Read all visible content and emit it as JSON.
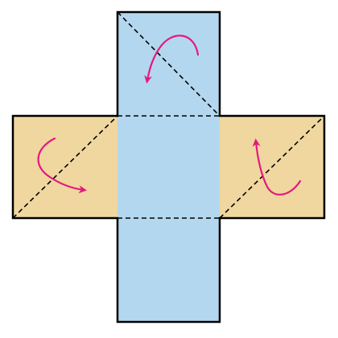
{
  "diagram": {
    "kind": "paper-folding-net",
    "panels": [
      {
        "name": "vertical-strip",
        "role": "cross-vertical-bar",
        "fill": "#b3d7ee"
      },
      {
        "name": "left-flap",
        "role": "left-arm",
        "fill": "#efd79f"
      },
      {
        "name": "right-flap",
        "role": "right-arm",
        "fill": "#efd79f"
      }
    ],
    "fold_lines": [
      {
        "name": "top-panel-diagonal",
        "style": "dashed"
      },
      {
        "name": "upper-horizontal-fold",
        "style": "dashed"
      },
      {
        "name": "lower-horizontal-fold",
        "style": "dashed"
      },
      {
        "name": "left-flap-diagonal",
        "style": "dashed"
      },
      {
        "name": "right-flap-diagonal",
        "style": "dashed"
      }
    ],
    "arrows": [
      {
        "name": "top-fold-arrow",
        "direction": "counter-clockwise"
      },
      {
        "name": "left-fold-arrow",
        "direction": "down-right"
      },
      {
        "name": "right-fold-arrow",
        "direction": "up"
      }
    ],
    "colors": {
      "outline": "#000000",
      "fold_line": "#000000",
      "arrow": "#e6197e",
      "blue_panel": "#b3d7ee",
      "tan_panel": "#efd79f"
    }
  }
}
